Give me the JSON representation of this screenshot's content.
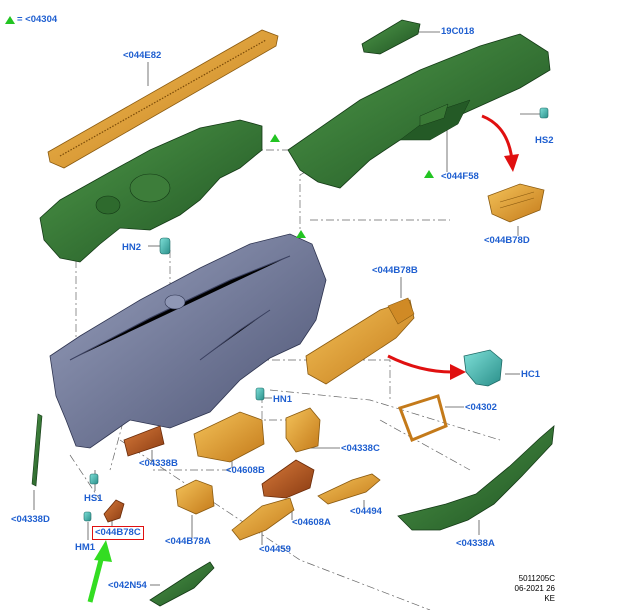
{
  "legend": {
    "symbol": "green-triangle",
    "text": "= <04304"
  },
  "callouts": {
    "c044E82": "<044E82",
    "c19C018": "19C018",
    "cHS2": "HS2",
    "c044F58": "<044F58",
    "c044B78D": "<044B78D",
    "cHN2": "HN2",
    "c044B78B": "<044B78B",
    "cHC1": "HC1",
    "cHN1": "HN1",
    "c04302": "<04302",
    "c04338B": "<04338B",
    "c04608B": "<04608B",
    "c04338C": "<04338C",
    "c04338D": "<04338D",
    "cHS1": "HS1",
    "c04608A": "<04608A",
    "c04494": "<04494",
    "c044B78C": "<044B78C",
    "cHM1": "HM1",
    "c044B78A": "<044B78A",
    "c04459": "<04459",
    "c04338A": "<04338A",
    "c042N54": "<042N54"
  },
  "drawing_meta": {
    "number": "5011205C",
    "date": "06-2021 26",
    "code": "KE"
  },
  "colors": {
    "label_blue": "#1f5fd0",
    "part_green": "#2f6f2f",
    "part_orange": "#e0a23a",
    "part_gray": "#6f7896",
    "part_teal": "#3fb7b0",
    "arrow_red": "#e01010",
    "arrow_green": "#33dd22"
  }
}
